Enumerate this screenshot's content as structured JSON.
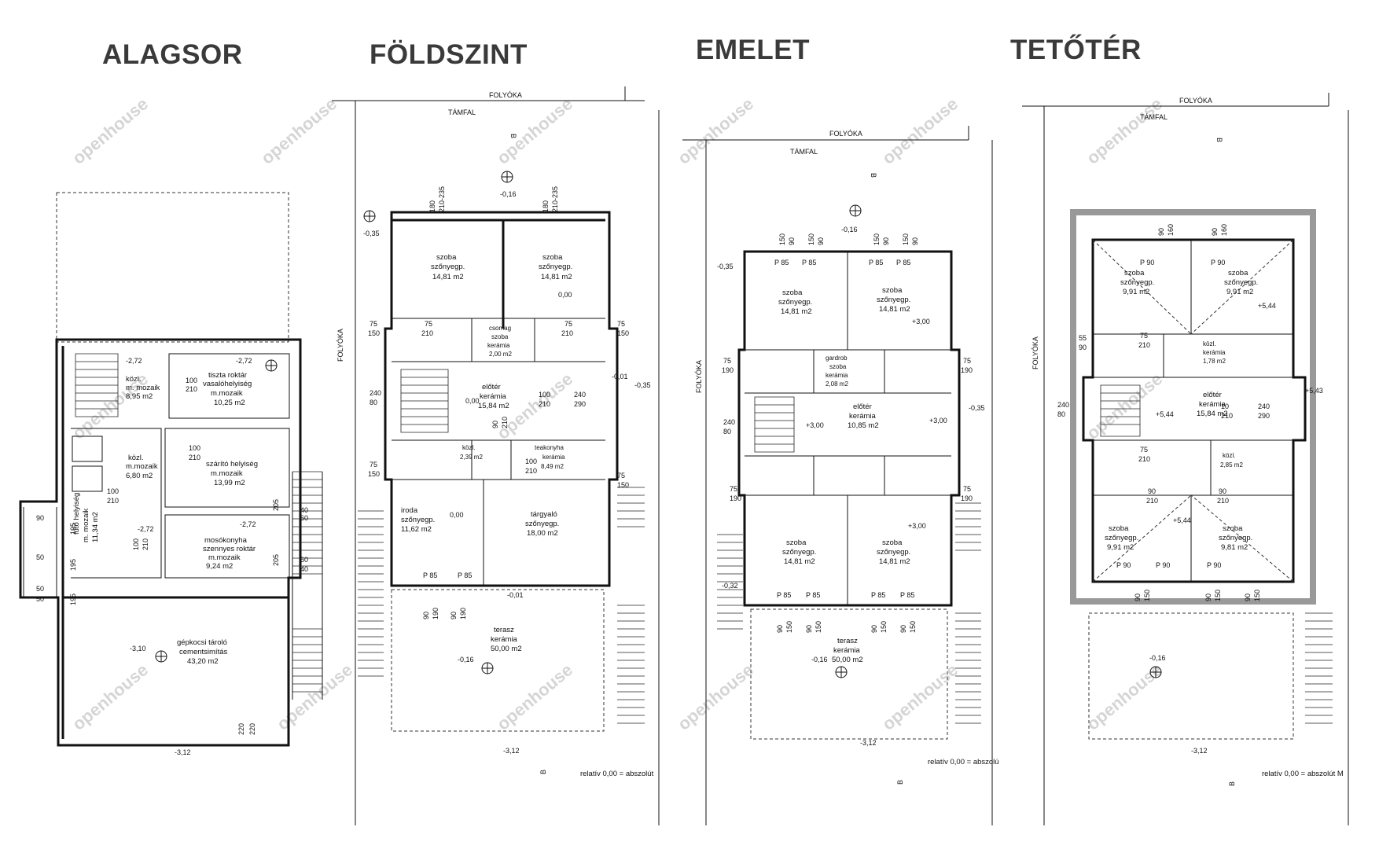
{
  "headings": {
    "alagsor": "ALAGSOR",
    "foldszint": "FÖLDSZINT",
    "emelet": "EMELET",
    "tetoter": "TETŐTÉR"
  },
  "watermark": "openhouse",
  "common": {
    "folyoka": "FOLYÓKA",
    "tamfal": "TÁMFAL",
    "section_mark": "B",
    "relativ_note": "relatív 0,00 = abszolút",
    "relativ_note_emelet": "relatív 0,00 = abszolú",
    "relativ_note_tetoter": "relatív 0,00 = abszolút M"
  },
  "alagsor": {
    "levels": [
      "-2,72",
      "-2,72",
      "-2,72",
      "-2,72",
      "-3,10",
      "-3,12"
    ],
    "rooms": {
      "kozl_name": "közl.",
      "kozl_floor": "m. mozaik",
      "kozl_area": "8,95 m2",
      "tiszta_name1": "tiszta roktár",
      "tiszta_name2": "vasalóhelyiség",
      "tiszta_floor": "m.mozaik",
      "tiszta_area": "10,25 m2",
      "kozl2_name": "közl.",
      "kozl2_floor": "m.mozaik",
      "kozl2_area": "6,80 m2",
      "szarito_name": "szárító helyiség",
      "szarito_floor": "m.mozaik",
      "szarito_area": "13,99 m2",
      "futo_name": "fűtő helyiség",
      "futo_floor": "m. mozaik",
      "futo_area": "11,34 m2",
      "moso_name1": "mosókonyha",
      "moso_name2": "szennyes roktár",
      "moso_floor": "m.mozaik",
      "moso_area": "9,24 m2",
      "gepkocsi_name": "gépkocsi tároló",
      "gepkocsi_floor": "cementsimítás",
      "gepkocsi_area": "43,20 m2"
    },
    "dims": [
      "100",
      "210",
      "100",
      "210",
      "100",
      "210",
      "205",
      "40",
      "205",
      "60",
      "40",
      "90",
      "50",
      "50",
      "50",
      "195",
      "195",
      "195",
      "220",
      "220",
      "100",
      "210",
      "60"
    ]
  },
  "foldszint": {
    "levels": [
      "-0,35",
      "-0,16",
      "0,00",
      "0,00",
      "0,00",
      "-0,01",
      "-0,35",
      "-0,01",
      "-0,16",
      "-3,12"
    ],
    "rooms": {
      "szoba1_name": "szoba",
      "szoba1_floor": "szőnyegp.",
      "szoba1_area": "14,81 m2",
      "szoba2_name": "szoba",
      "szoba2_floor": "szőnyegp.",
      "szoba2_area": "14,81 m2",
      "csomag_name": "csomag",
      "csomag_name2": "szoba",
      "csomag_floor": "kerámia",
      "csomag_area": "2,00 m2",
      "eloter_name": "előtér",
      "eloter_floor": "kerámia",
      "eloter_area": "15,84 m2",
      "kozl_name": "közl.",
      "kozl_area": "2,39 m2",
      "teakonyha_name": "teakonyha",
      "teakonyha_floor": "kerámia",
      "teakonyha_area": "8,49 m2",
      "iroda_name": "iroda",
      "iroda_floor": "szőnyegp.",
      "iroda_area": "11,62 m2",
      "targyalo_name": "tárgyaló",
      "targyalo_floor": "szőnyegp.",
      "targyalo_area": "18,00 m2",
      "terasz_name": "terasz",
      "terasz_floor": "kerámia",
      "terasz_area": "50,00 m2"
    },
    "dims": [
      "180",
      "210-235",
      "180",
      "210-235",
      "75",
      "150",
      "75",
      "150",
      "240",
      "80",
      "75",
      "150",
      "75",
      "150",
      "75",
      "210",
      "75",
      "210",
      "100",
      "210",
      "240",
      "290",
      "100",
      "210",
      "90",
      "210",
      "P 85",
      "P 85",
      "90",
      "190",
      "90",
      "190"
    ]
  },
  "emelet": {
    "levels": [
      "-0,35",
      "-0,16",
      "+3,00",
      "+3,00",
      "+3,00",
      "-0,35",
      "+3,00",
      "-0,32",
      "-0,16",
      "-3,12"
    ],
    "rooms": {
      "szoba1_name": "szoba",
      "szoba1_floor": "szőnyegp.",
      "szoba1_area": "14,81 m2",
      "szoba2_name": "szoba",
      "szoba2_floor": "szőnyegp.",
      "szoba2_area": "14,81 m2",
      "gardrob_name": "gardrob",
      "gardrob_name2": "szoba",
      "gardrob_floor": "kerámia",
      "gardrob_area": "2,08 m2",
      "eloter_name": "előtér",
      "eloter_floor": "kerámia",
      "eloter_area": "10,85 m2",
      "szoba3_name": "szoba",
      "szoba3_floor": "szőnyegp.",
      "szoba3_area": "14,81 m2",
      "szoba4_name": "szoba",
      "szoba4_floor": "szőnyegp.",
      "szoba4_area": "14,81 m2",
      "terasz_name": "terasz",
      "terasz_floor": "kerámia",
      "terasz_area": "50,00 m2"
    },
    "dims": [
      "150",
      "90",
      "150",
      "90",
      "150",
      "90",
      "150",
      "90",
      "P 85",
      "P 85",
      "P 85",
      "P 85",
      "75",
      "190",
      "75",
      "190",
      "240",
      "80",
      "75",
      "190",
      "75",
      "190",
      "P 85",
      "P 85",
      "P 85",
      "P 85",
      "90",
      "150",
      "90",
      "150",
      "90",
      "150",
      "90",
      "150"
    ]
  },
  "tetoter": {
    "levels": [
      "+5,44",
      "+5,44",
      "+5,43",
      "+5,44",
      "-0,16",
      "-3,12"
    ],
    "rooms": {
      "szoba1_name": "szoba",
      "szoba1_floor": "szőnyegp.",
      "szoba1_area": "9,91 m2",
      "szoba2_name": "szoba",
      "szoba2_floor": "szőnyegp.",
      "szoba2_area": "9,91 m2",
      "kozl_name": "közl.",
      "kozl_floor": "kerámia",
      "kozl_area": "1,78 m2",
      "eloter_name": "előtér",
      "eloter_floor": "kerámia",
      "eloter_area": "15,84 m2",
      "kozl2_name": "közl.",
      "kozl2_area": "2,85 m2",
      "szoba3_name": "szoba",
      "szoba3_floor": "szőnyegp.",
      "szoba3_area": "9,91 m2",
      "szoba4_name": "szoba",
      "szoba4_floor": "szőnyegp.",
      "szoba4_area": "9,81 m2"
    },
    "dims": [
      "90",
      "160",
      "90",
      "160",
      "P 90",
      "P 90",
      "55",
      "90",
      "75",
      "210",
      "75",
      "210",
      "240",
      "80",
      "10",
      "210",
      "240",
      "290",
      "90",
      "210",
      "90",
      "210",
      "P 90",
      "P 90",
      "P 90",
      "90",
      "150",
      "90",
      "150",
      "90",
      "150"
    ]
  }
}
